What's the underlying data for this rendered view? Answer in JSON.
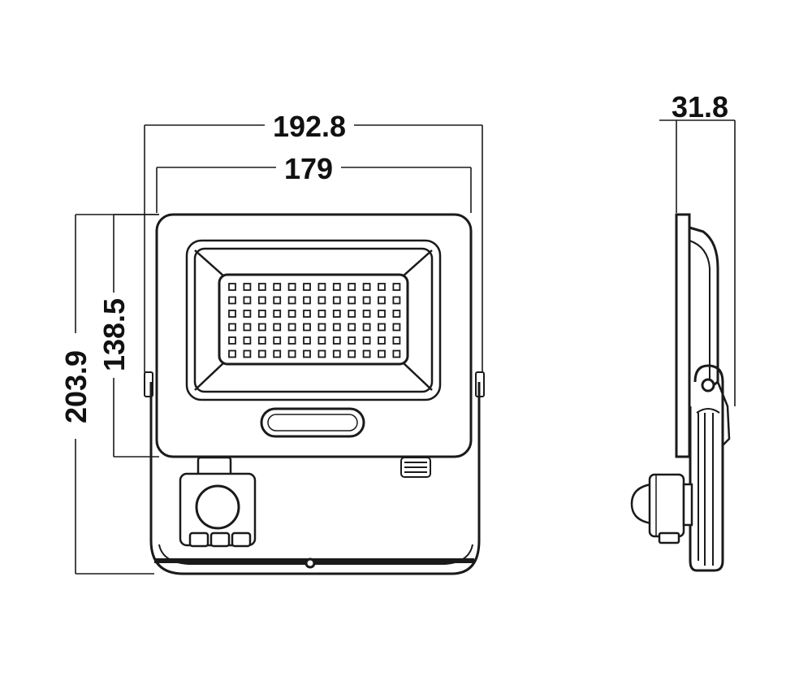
{
  "front_view": {
    "overall_width": "192.8",
    "panel_width": "179",
    "overall_height": "203.9",
    "panel_height": "138.5"
  },
  "side_view": {
    "depth": "31.8"
  }
}
